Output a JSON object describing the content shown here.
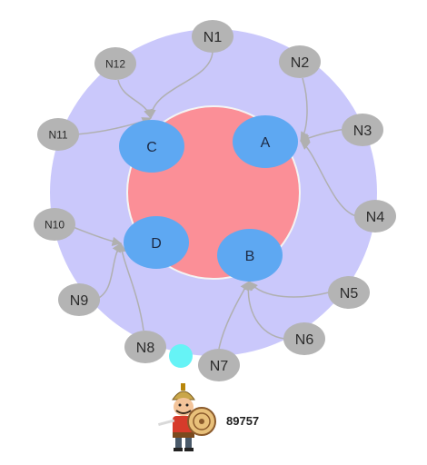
{
  "diagram": {
    "nodes": [
      {
        "id": "N1",
        "label": "N1"
      },
      {
        "id": "N2",
        "label": "N2"
      },
      {
        "id": "N3",
        "label": "N3"
      },
      {
        "id": "N4",
        "label": "N4"
      },
      {
        "id": "N5",
        "label": "N5"
      },
      {
        "id": "N6",
        "label": "N6"
      },
      {
        "id": "N7",
        "label": "N7"
      },
      {
        "id": "N8",
        "label": "N8"
      },
      {
        "id": "N9",
        "label": "N9"
      },
      {
        "id": "N10",
        "label": "N10"
      },
      {
        "id": "N11",
        "label": "N11"
      },
      {
        "id": "N12",
        "label": "N12"
      }
    ],
    "servers": [
      {
        "id": "A",
        "label": "A"
      },
      {
        "id": "B",
        "label": "B"
      },
      {
        "id": "C",
        "label": "C"
      },
      {
        "id": "D",
        "label": "D"
      }
    ],
    "edges": [
      {
        "from": "N1",
        "to": "C"
      },
      {
        "from": "N12",
        "to": "C"
      },
      {
        "from": "N11",
        "to": "C"
      },
      {
        "from": "N2",
        "to": "A"
      },
      {
        "from": "N3",
        "to": "A"
      },
      {
        "from": "N4",
        "to": "A"
      },
      {
        "from": "N5",
        "to": "B"
      },
      {
        "from": "N6",
        "to": "B"
      },
      {
        "from": "N7",
        "to": "B"
      },
      {
        "from": "N10",
        "to": "D"
      },
      {
        "from": "N9",
        "to": "D"
      },
      {
        "from": "N8",
        "to": "D"
      }
    ],
    "colors": {
      "outer_ring": "#cac8fb",
      "inner_circle": "#fb8f97",
      "server": "#5ea8f2",
      "node": "#b4b4b4",
      "edge": "#b0b0b0",
      "player_dot": "#66f3f6"
    }
  },
  "player": {
    "score": "89757",
    "avatar_icon": "warrior-icon"
  }
}
